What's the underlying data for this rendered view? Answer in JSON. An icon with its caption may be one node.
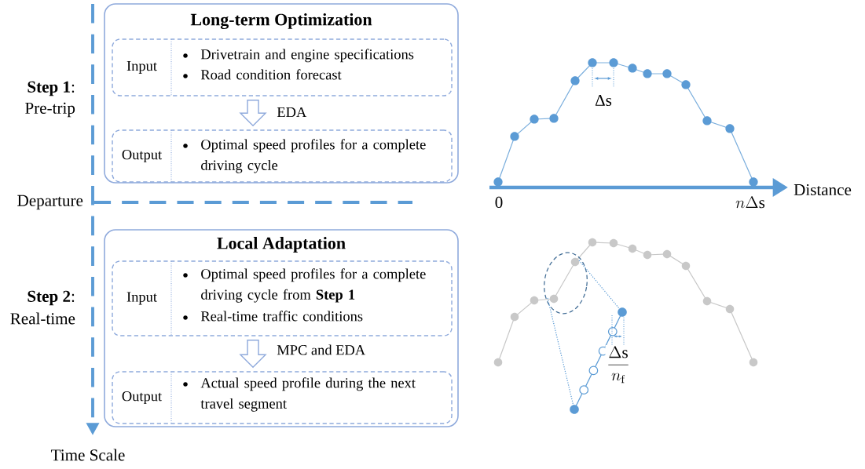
{
  "diagram": {
    "nodes": [
      {
        "text": [
          "Long-term Optimization"
        ]
      },
      {
        "text": [
          "Input",
          "Drivetrain and engine specifications",
          "Road condition forecast"
        ],
        "in": 0
      },
      {
        "text": [
          "Output",
          "Optimal speed profiles for a complete driving cycle"
        ],
        "in": 0
      },
      {
        "text": [
          "Local Adaptation"
        ]
      },
      {
        "text": [
          "Input",
          "Optimal speed profiles for a complete driving cycle from **Step 1**",
          "Real-time traffic conditions"
        ],
        "in": 3
      },
      {
        "text": [
          "Output",
          "Actual speed profile during the next travel segment"
        ],
        "in": 3
      }
    ],
    "edges": [
      {
        "from": 1,
        "to": 2,
        "arrow": "to",
        "label": "EDA"
      },
      {
        "from": 4,
        "to": 5,
        "arrow": "to",
        "label": "MPC and EDA"
      }
    ],
    "labels": [
      "**Step 1**:",
      "Pre-trip",
      "Δs",
      "Departure",
      "0",
      "n\\Delta\\mathrm{s}",
      "Distance",
      "**Step 2**:",
      "Real-time",
      "\\frac{\\Delta\\mathrm{s}}{n_\\mathrm{f}}",
      "Time Scale"
    ]
  }
}
